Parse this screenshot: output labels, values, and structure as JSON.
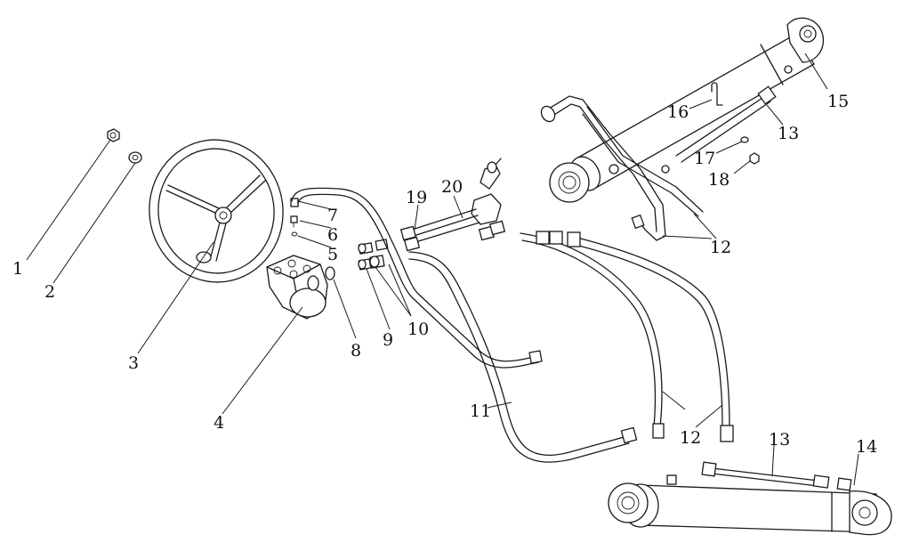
{
  "callouts": [
    {
      "id": "c1",
      "label": "1"
    },
    {
      "id": "c2",
      "label": "2"
    },
    {
      "id": "c3",
      "label": "3"
    },
    {
      "id": "c4",
      "label": "4"
    },
    {
      "id": "c5",
      "label": "5"
    },
    {
      "id": "c6",
      "label": "6"
    },
    {
      "id": "c7",
      "label": "7"
    },
    {
      "id": "c8",
      "label": "8"
    },
    {
      "id": "c9",
      "label": "9"
    },
    {
      "id": "c10",
      "label": "10"
    },
    {
      "id": "c11",
      "label": "11"
    },
    {
      "id": "c12a",
      "label": "12"
    },
    {
      "id": "c12b",
      "label": "12"
    },
    {
      "id": "c13a",
      "label": "13"
    },
    {
      "id": "c13b",
      "label": "13"
    },
    {
      "id": "c14",
      "label": "14"
    },
    {
      "id": "c15",
      "label": "15"
    },
    {
      "id": "c16",
      "label": "16"
    },
    {
      "id": "c17",
      "label": "17"
    },
    {
      "id": "c18",
      "label": "18"
    },
    {
      "id": "c19",
      "label": "19"
    },
    {
      "id": "c20",
      "label": "20"
    }
  ]
}
